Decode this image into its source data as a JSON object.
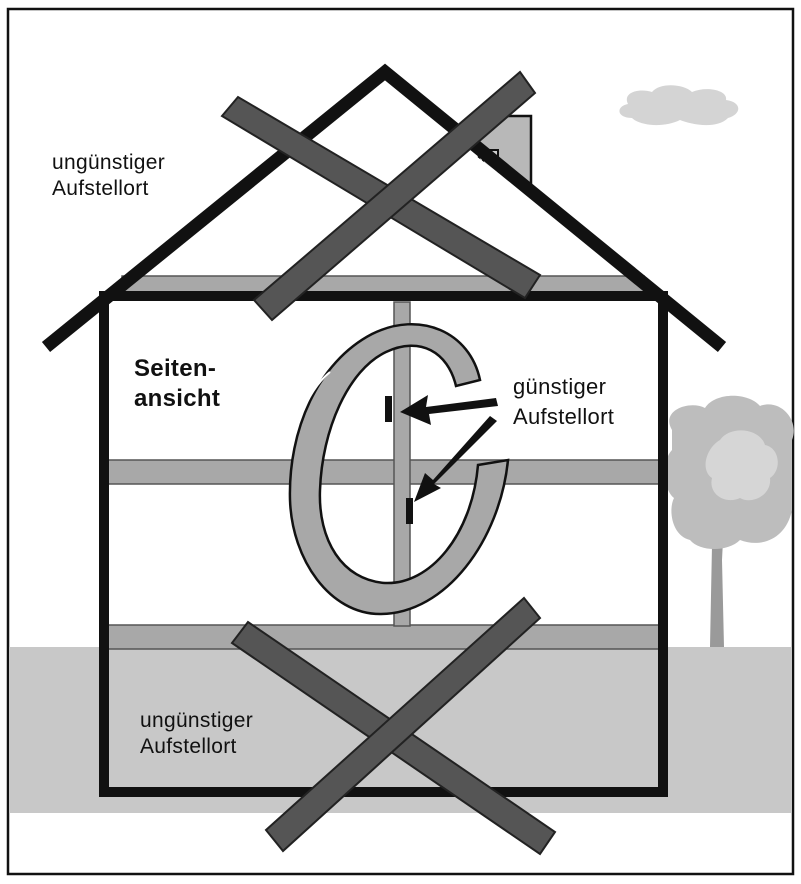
{
  "labels": {
    "top_left": {
      "line1": "ungünstiger",
      "line2": "Aufstellort"
    },
    "side_view": {
      "line1": "Seiten-",
      "line2": "ansicht"
    },
    "favorable": {
      "line1": "günstiger",
      "line2": "Aufstellort"
    },
    "bottom": {
      "line1": "ungünstiger",
      "line2": "Aufstellort"
    }
  },
  "colors": {
    "outline": "#111111",
    "beam": "#a8a8a8",
    "cross": "#555555",
    "ground": "#c8c8c8",
    "tree": "#bdbdbd",
    "cloud": "#d4d4d4",
    "antenna": "#a8a8a8"
  }
}
